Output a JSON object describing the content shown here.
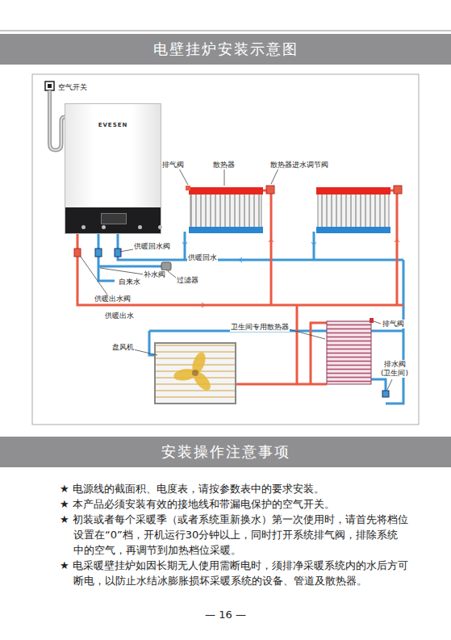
{
  "diagram": {
    "title": "电壁挂炉安装示意图",
    "nodes": [
      {
        "text": [
          "EVESEN"
        ]
      },
      {
        "text": [
          "安装操作注意事项"
        ]
      }
    ],
    "labels": [
      "空气开关",
      "排气阀",
      "散热器",
      "散热器进水调节阀",
      "供暖回水阀",
      "供暖回水",
      "补水阀",
      "过滤器",
      "自来水",
      "供暖出水阀",
      "供暖出水",
      "卫生间专用散热器",
      "排气阀",
      "盘风机",
      "排水阀 (卫生间)",
      "★ 电源线的截面积、电度表，请按参数表中的要求安装。",
      "★ 本产品必须安装有效的接地线和带漏电保护的空气开关。",
      "★ 初装或者每个采暖季（或者系统重新换水）第一次使用时，请首先将档位设置在“0”档，开机运行30分钟以上，同时打开系统排气阀，排除系统中的空气，再调节到加热档位采暖。",
      "★ 电采暖壁挂炉如因长期无人使用需断电时，须排净采暖系统内的水后方可断电，以防止水结冰膨胀损坏采暖系统的设备、管道及散热器。",
      "— 16 —"
    ]
  }
}
